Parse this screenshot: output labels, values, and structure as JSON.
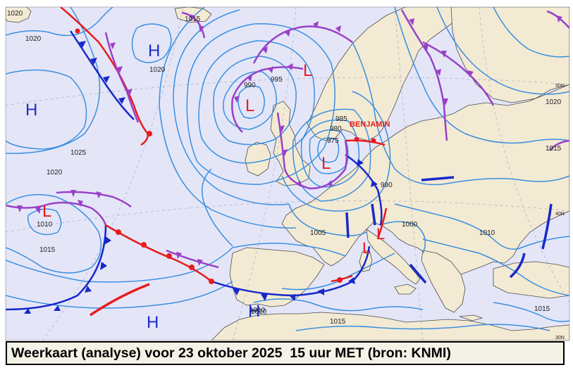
{
  "caption": "Weerkaart (analyse) voor 23 oktober 2025  15 uur MET (bron: KNMI)",
  "colors": {
    "sea": "#e4e6f8",
    "land": "#f3ead3",
    "isobar": "#3a8fe0",
    "cold_front": "#1828c8",
    "warm_front": "#e81c1c",
    "occlusion": "#9a40c8",
    "high_label": "#1c2ccc",
    "low_label": "#e81c1c"
  },
  "pressure_centres": [
    {
      "type": "high",
      "letter": "H",
      "value": "1020"
    },
    {
      "type": "high",
      "letter": "H",
      "value": ""
    },
    {
      "type": "high",
      "letter": "H",
      "value": ""
    },
    {
      "type": "high",
      "letter": "H",
      "value": ""
    },
    {
      "type": "low",
      "letter": "L",
      "value": "990"
    },
    {
      "type": "low",
      "letter": "L",
      "value": ""
    },
    {
      "type": "low",
      "letter": "L",
      "value": "975"
    },
    {
      "type": "low",
      "letter": "L",
      "value": "1010"
    },
    {
      "type": "low",
      "letter": "L",
      "value": ""
    },
    {
      "type": "low",
      "letter": "L",
      "value": ""
    }
  ],
  "storm_name": "BENJAMIN",
  "isobar_labels": [
    "1020",
    "1015",
    "1020",
    "995",
    "985",
    "980",
    "1025",
    "1020",
    "990",
    "1000",
    "1005",
    "1010",
    "1015",
    "1010",
    "1015",
    "1010",
    "1020",
    "50N",
    "1015",
    "40N",
    "1015",
    "30N",
    "1020"
  ]
}
